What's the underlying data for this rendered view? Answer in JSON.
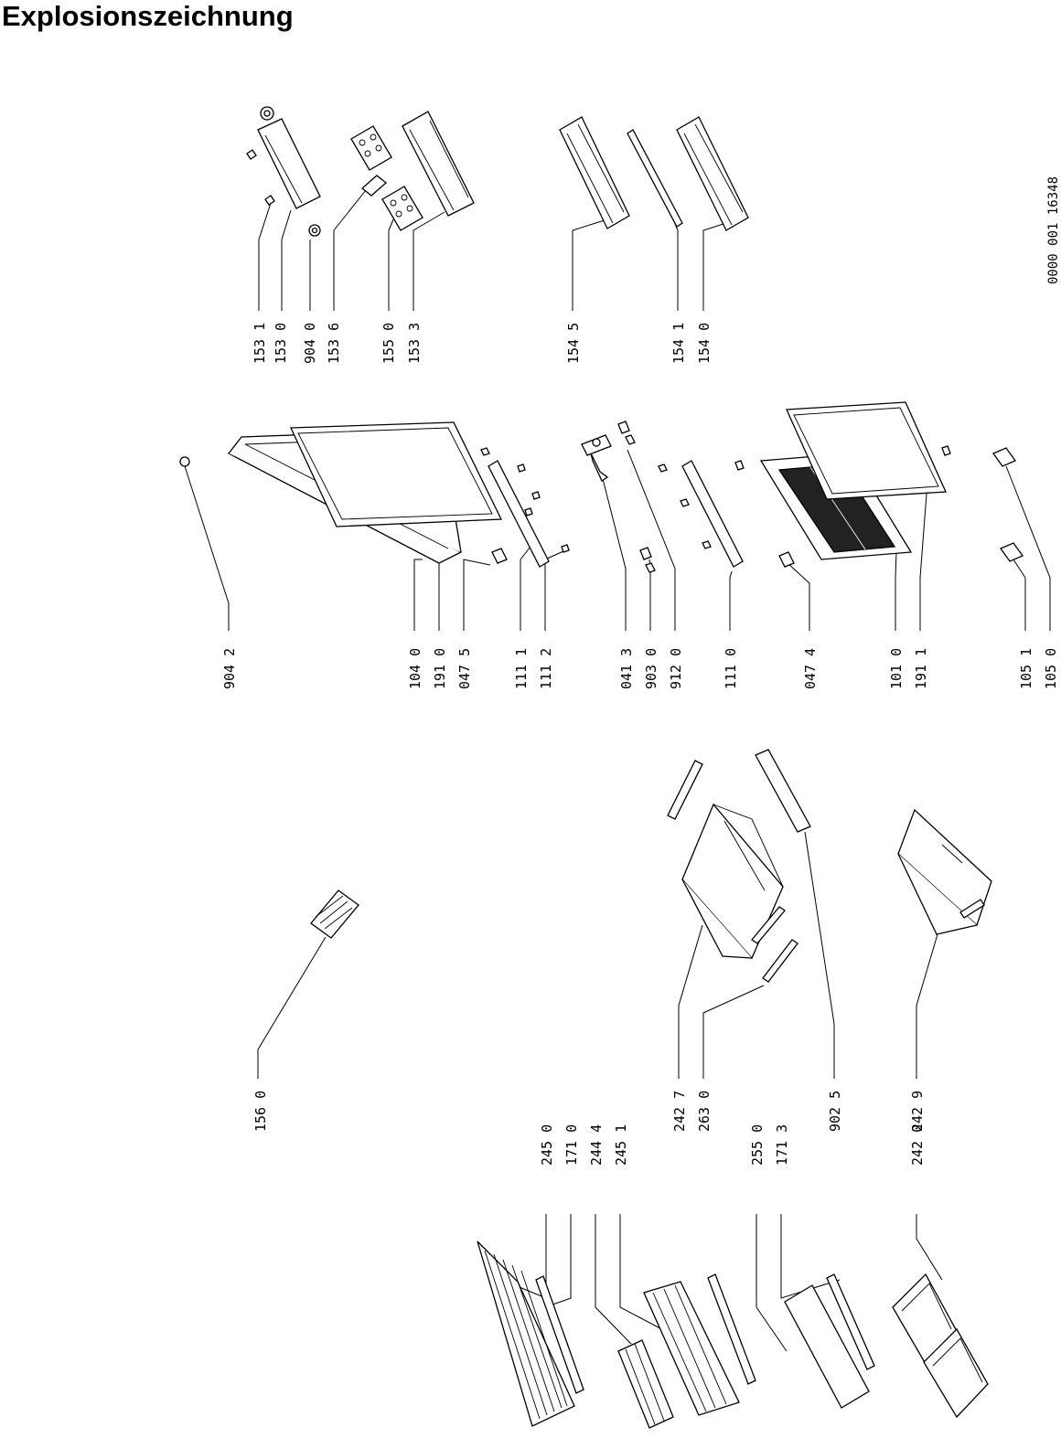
{
  "title": "Explosionszeichnung",
  "document_number": "0000 001 16348",
  "part_labels": {
    "p1531": "153 1",
    "p1530": "153 0",
    "p9040": "904 0",
    "p1536": "153 6",
    "p1550": "155 0",
    "p1533": "153 3",
    "p1545": "154 5",
    "p1541": "154 1",
    "p1540": "154 0",
    "p9042": "904 2",
    "p1040": "104 0",
    "p1910": "191 0",
    "p0475": "047 5",
    "p1111": "111 1",
    "p1112": "111 2",
    "p0413": "041 3",
    "p9030": "903 0",
    "p9120": "912 0",
    "p1110": "111 0",
    "p0474": "047 4",
    "p1010": "101 0",
    "p1911": "191 1",
    "p1051": "105 1",
    "p1050": "105 0",
    "p1560": "156 0",
    "p2427": "242 7",
    "p2630": "263 0",
    "p9025": "902 5",
    "p2429": "242 9",
    "p2450": "245 0",
    "p1710": "171 0",
    "p2444": "244 4",
    "p2451": "245 1",
    "p2550": "255 0",
    "p1713": "171 3",
    "p2420": "242 0"
  }
}
